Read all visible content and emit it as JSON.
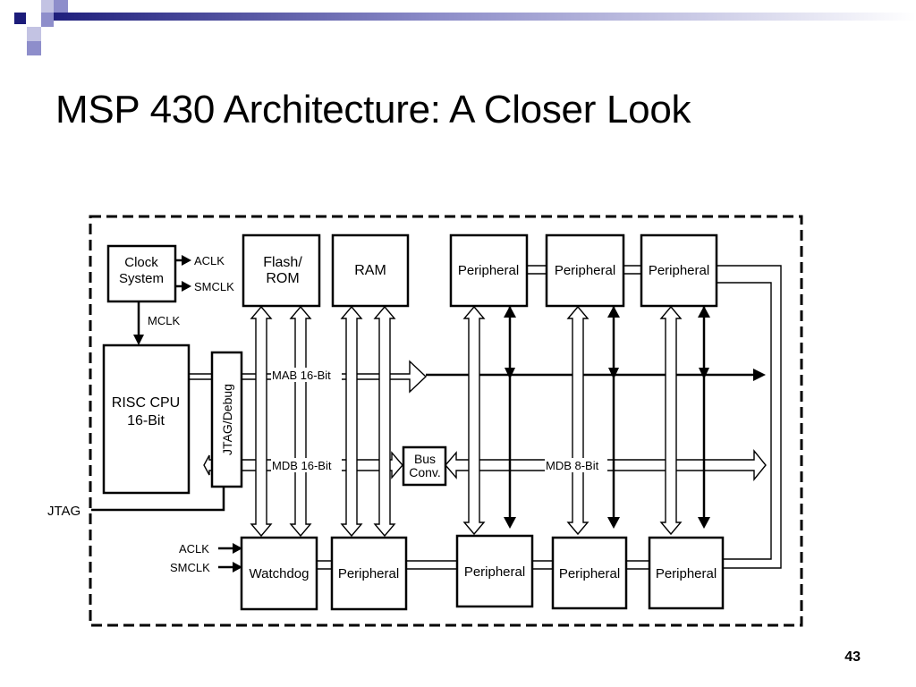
{
  "slide": {
    "title": "MSP 430 Architecture: A Closer Look",
    "page_number": "43",
    "colors": {
      "deco_dark": "#1c1c7a",
      "deco_mid": "#7f7fbf",
      "deco_light": "#c3c3e3"
    }
  },
  "diagram": {
    "blocks": {
      "clock_system": [
        "Clock",
        "System"
      ],
      "flash_rom": [
        "Flash/",
        "ROM"
      ],
      "ram": "RAM",
      "risc_cpu": [
        "RISC CPU",
        "16-Bit"
      ],
      "jtag_debug": "JTAG/Debug",
      "bus_conv": [
        "Bus",
        "Conv."
      ],
      "watchdog": "Watchdog",
      "peripheral": "Peripheral"
    },
    "signals": {
      "aclk": "ACLK",
      "smclk": "SMCLK",
      "mclk": "MCLK",
      "jtag": "JTAG",
      "mab": "MAB 16-Bit",
      "mdb16": "MDB 16-Bit",
      "mdb8": "MDB 8-Bit"
    }
  }
}
